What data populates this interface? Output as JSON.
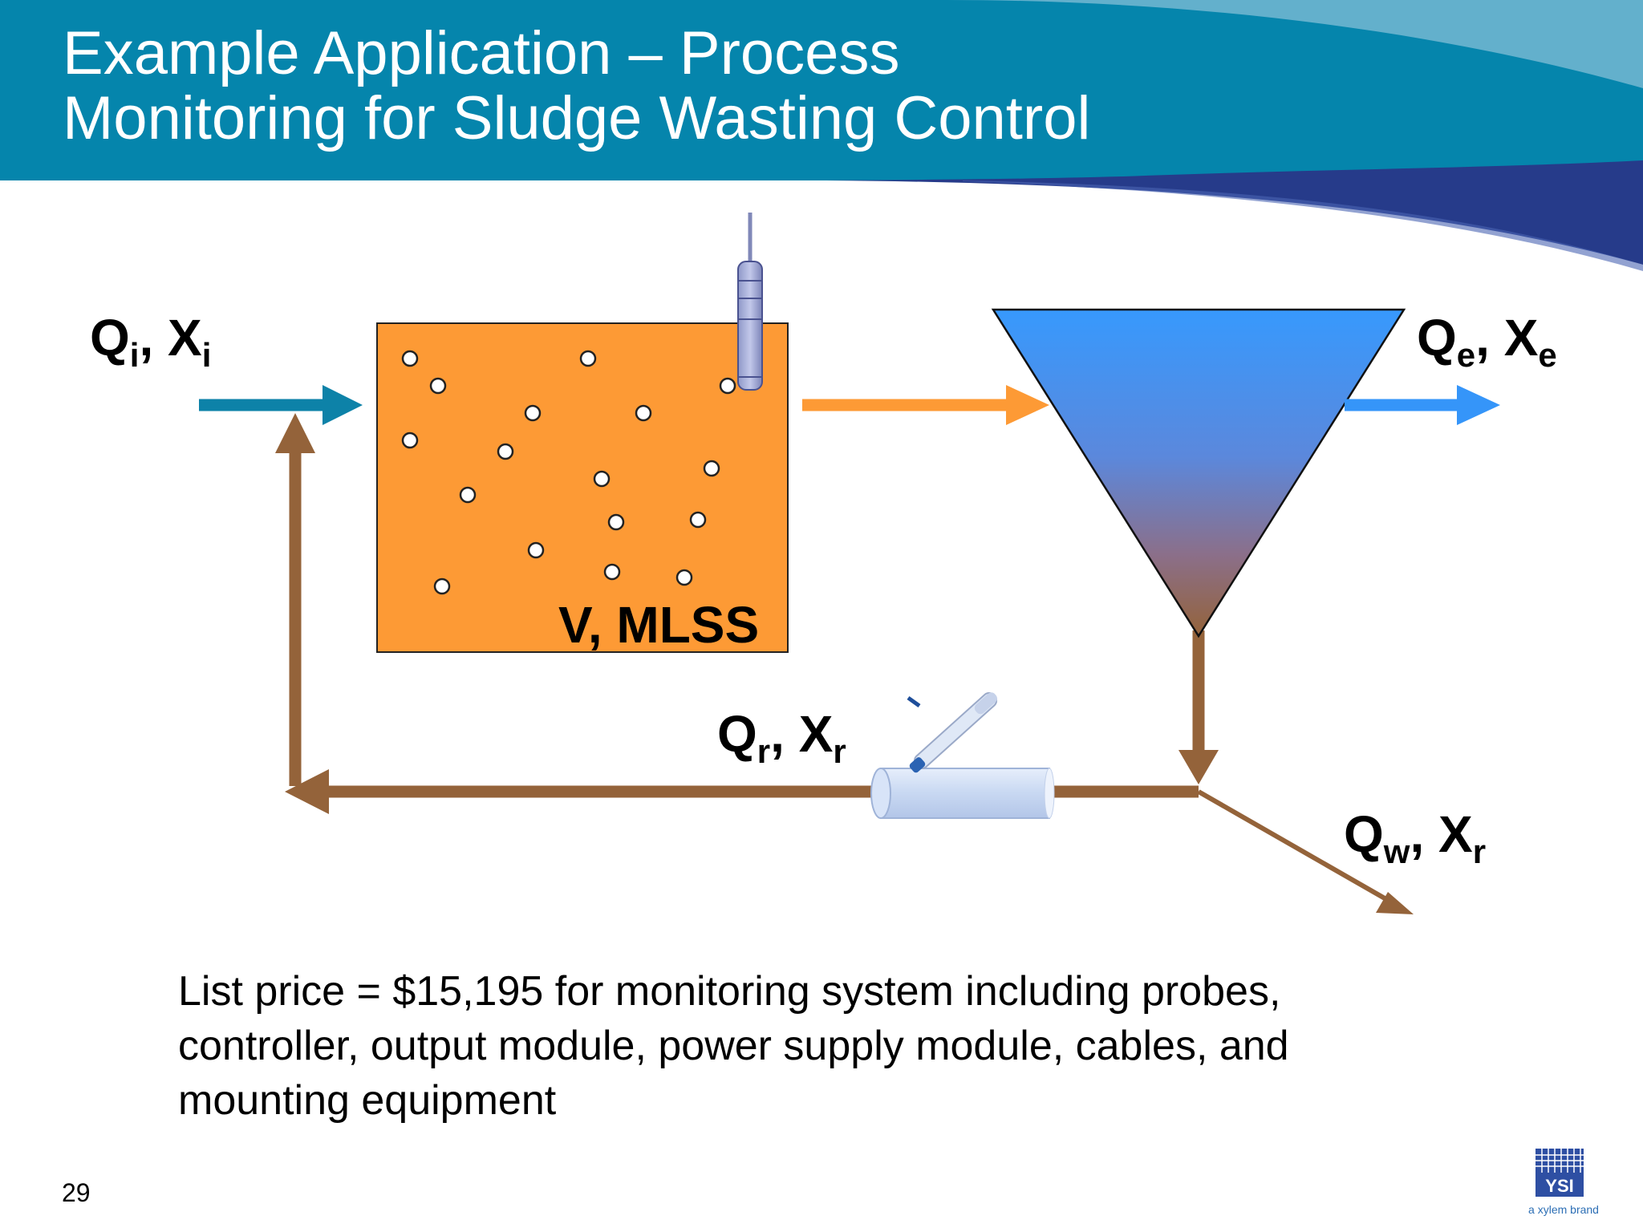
{
  "slide": {
    "title_line1": "Example Application – Process",
    "title_line2": "Monitoring for Sludge Wasting Control",
    "page_number": "29"
  },
  "diagram": {
    "influent": {
      "q": "Q",
      "q_sub": "i",
      "x": "X",
      "x_sub": "i"
    },
    "effluent": {
      "q": "Q",
      "q_sub": "e",
      "x": "X",
      "x_sub": "e"
    },
    "return_flow": {
      "q": "Q",
      "q_sub": "r",
      "x": "X",
      "x_sub": "r"
    },
    "waste_flow": {
      "q": "Q",
      "q_sub": "w",
      "x": "X",
      "x_sub": "r"
    },
    "tank_label": "V, MLSS",
    "colors": {
      "header": "#0585ac",
      "wave_dark": "#263b8a",
      "tank": "#fd9a35",
      "clarifier_top": "#3799fd",
      "sludge_brown": "#94633a",
      "influent_arrow": "#0d82a8",
      "effluent_arrow": "#3595f9"
    }
  },
  "note": {
    "text": "List price = $15,195 for monitoring system including probes, controller, output module, power supply module, cables, and mounting equipment"
  },
  "logo": {
    "brand": "YSI",
    "tagline": "a xylem brand"
  }
}
